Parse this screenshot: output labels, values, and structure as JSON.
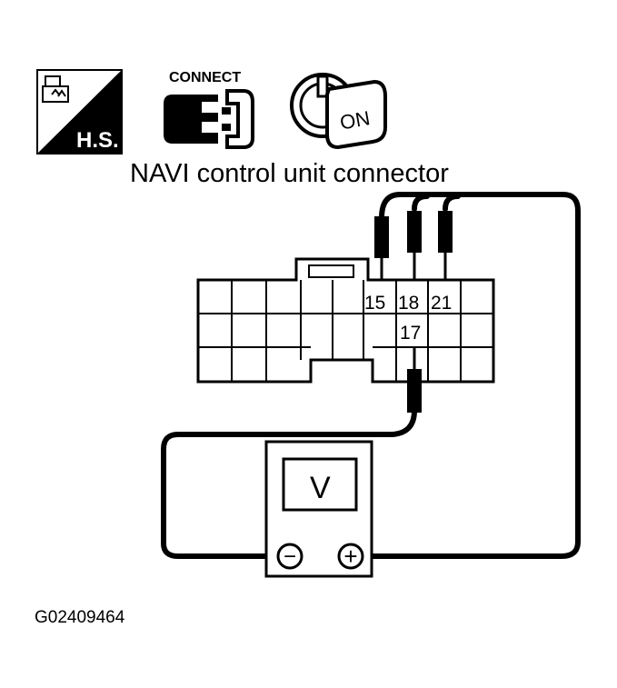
{
  "icons": {
    "harness_side": {
      "name": "harness-side-connector-icon",
      "label": "H.S."
    },
    "connect": {
      "name": "connect-icon",
      "label": "CONNECT"
    },
    "ignition": {
      "name": "ignition-key-on-icon",
      "label": "ON"
    }
  },
  "title": "NAVI control unit connector",
  "connector": {
    "terminals": [
      "15",
      "18",
      "21",
      "17"
    ]
  },
  "meter": {
    "unit": "V",
    "negative_symbol": "−",
    "positive_symbol": "+"
  },
  "figure_id": "G02409464"
}
